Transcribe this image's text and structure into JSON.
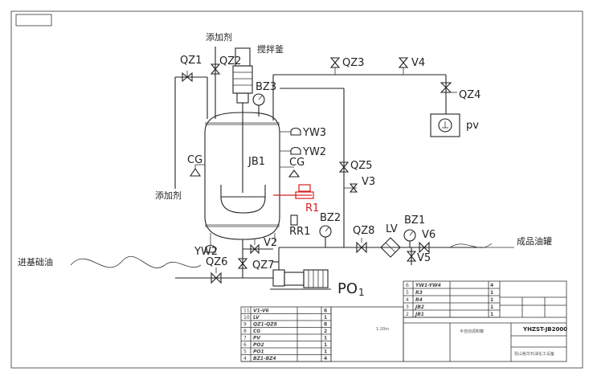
{
  "diagram": {
    "colors": {
      "line": "#222222",
      "highlight": "#d42020",
      "background": "#ffffff"
    },
    "vessel": {
      "label": "JB1",
      "name": "搅拌釜"
    },
    "additive_top": "添加剂",
    "additive_left": "添加剂",
    "base_oil_inlet": "进基础油",
    "product_tank": "成品油罐",
    "pump": {
      "label": "PO",
      "subscript": "1"
    },
    "valves": {
      "qz1": "QZ1",
      "qz2": "QZ2",
      "qz3": "QZ3",
      "qz4": "QZ4",
      "qz5": "QZ5",
      "qz6": "QZ6",
      "qz7": "QZ7",
      "qz8": "QZ8",
      "v2": "V2",
      "v3": "V3",
      "v4": "V4",
      "v5": "V5",
      "v6": "V6"
    },
    "instruments": {
      "bz1": "BZ1",
      "bz2": "BZ2",
      "bz3": "BZ3",
      "yw1": "YW2",
      "yw2": "YW2",
      "yw3": "YW3",
      "cg1": "CG",
      "cg2": "CG",
      "rr1": "RR1",
      "r1": "R1",
      "lv": "LV",
      "pv": "pv"
    },
    "parts_table": [
      {
        "no": "11",
        "code": "V1-V6",
        "qty": "6"
      },
      {
        "no": "10",
        "code": "LV",
        "qty": "1"
      },
      {
        "no": "9",
        "code": "QZ1-QZ8",
        "qty": "8"
      },
      {
        "no": "8",
        "code": "CG",
        "qty": "2"
      },
      {
        "no": "7",
        "code": "PV",
        "qty": "1"
      },
      {
        "no": "6",
        "code": "PO2",
        "qty": "1"
      },
      {
        "no": "5",
        "code": "PO1",
        "qty": "1"
      },
      {
        "no": "4",
        "code": "BZ1-BZ4",
        "qty": "4"
      }
    ],
    "title_table": [
      {
        "no": "6",
        "code": "YW1-YW4",
        "qty": "4"
      },
      {
        "no": "5",
        "code": "R3",
        "qty": "1"
      },
      {
        "no": "4",
        "code": "R4",
        "qty": "1"
      },
      {
        "no": "3",
        "code": "JB2",
        "qty": "1"
      },
      {
        "no": "2",
        "code": "JB1",
        "qty": "1"
      }
    ],
    "drawing_no": "YHZST-JB2000"
  }
}
